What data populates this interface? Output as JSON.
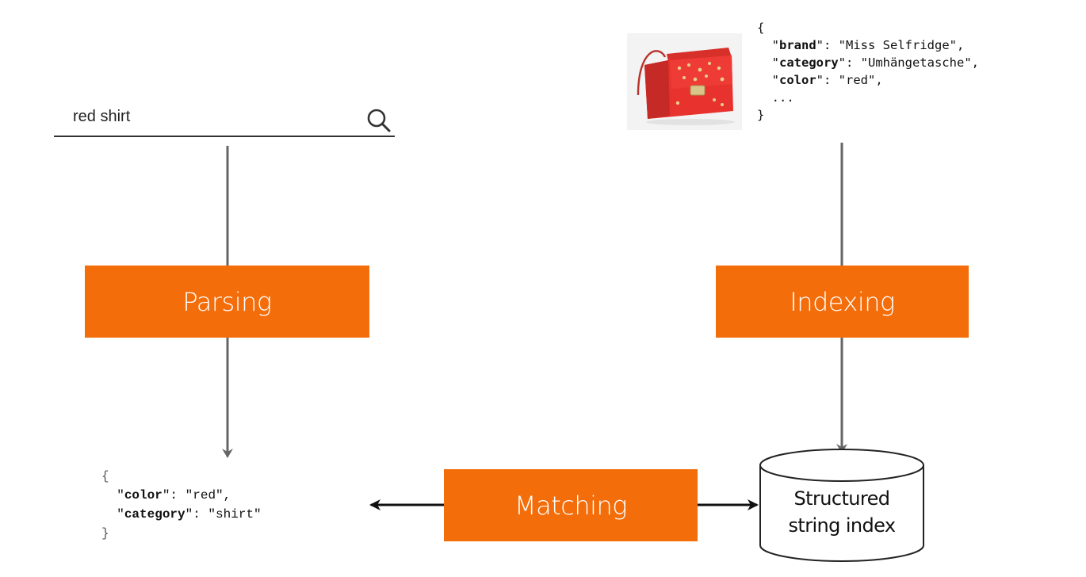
{
  "search": {
    "query": "red shirt"
  },
  "steps": {
    "parsing": "Parsing",
    "indexing": "Indexing",
    "matching": "Matching"
  },
  "product_json": {
    "open": "{",
    "close": "}",
    "ellipsis": "...",
    "fields": [
      {
        "key": "brand",
        "value": "Miss Selfridge"
      },
      {
        "key": "category",
        "value": "Umhängetasche"
      },
      {
        "key": "color",
        "value": "red"
      }
    ]
  },
  "query_json": {
    "open": "{",
    "close": "}",
    "fields": [
      {
        "key": "color",
        "value": "red"
      },
      {
        "key": "category",
        "value": "shirt"
      }
    ]
  },
  "index": {
    "line1": "Structured",
    "line2": "string index"
  },
  "colors": {
    "accent": "#f36d0a",
    "arrow": "#666666",
    "product": "#e8322d"
  }
}
